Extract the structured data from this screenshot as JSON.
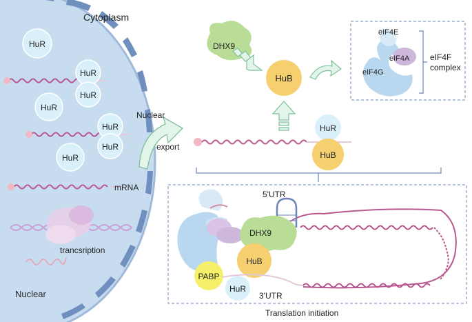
{
  "labels": {
    "cytoplasm": "Cytoplasm",
    "nuclear_bottom": "Nuclear",
    "nuclear_export_1": "Nuclear",
    "nuclear_export_2": "export",
    "mrna": "mRNA",
    "transcription": "trancsription",
    "dhx9_top": "DHX9",
    "hub_center": "HuB",
    "hur_mid": "HuR",
    "hub_mid": "HuB",
    "eif4e": "eIF4E",
    "eif4a": "eIF4A",
    "eif4g": "eIF4G",
    "eif4f_1": "eIF4F",
    "eif4f_2": "complex",
    "utr5": "5'UTR",
    "utr3": "3'UTR",
    "dhx9_bottom": "DHX9",
    "hub_bottom": "HuB",
    "pabp": "PABP",
    "hur_bottom": "HuR",
    "translation_initiation": "Translation initiation"
  },
  "nucleus_hur": [
    "HuR",
    "HuR",
    "HuR",
    "HuR",
    "HuR",
    "HuR",
    "HuR"
  ],
  "colors": {
    "nucleus_fill": "#c7dcef",
    "nucleus_membrane": "#6f8fbf",
    "mrna": "#b8578f",
    "hur_fill": "#d9f0fb",
    "hub_fill": "#f6cf6e",
    "dhx9_fill": "#b9dc97",
    "eif4g_fill": "#b9d8f0",
    "eif4a_fill": "#cdb8dc",
    "pabp_fill": "#f5ef6a",
    "arrow_fill": "#e3f5ea",
    "arrow_stroke": "#7fbf98",
    "box_border": "#6b86b8"
  }
}
